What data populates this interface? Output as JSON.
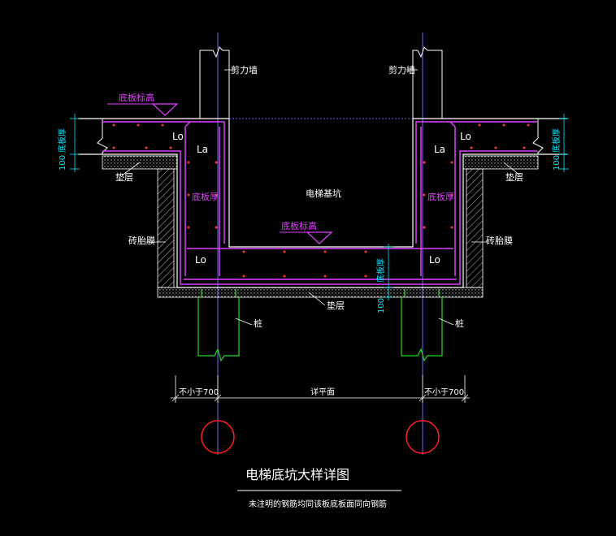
{
  "labels": {
    "shear_wall_left": "剪力墙",
    "shear_wall_right": "剪力墙",
    "slab_elev_top": "底板标高",
    "slab_elev_pit": "底板标高",
    "slab_thick_left": "底板厚",
    "slab_thick_right": "底板厚",
    "pit_name": "电梯基坑",
    "cushion_left": "垫层",
    "cushion_right": "垫层",
    "cushion_bottom": "垫层",
    "brick_left": "砖胎膜",
    "brick_right": "砖胎膜",
    "pile_left": "桩",
    "pile_right": "桩",
    "la_left": "La",
    "la_right": "La",
    "lo_1": "Lo",
    "lo_2": "Lo",
    "lo_3": "Lo",
    "lo_4": "Lo",
    "dim_100_left": "100",
    "dim_100_right": "100",
    "dim_100_bottom": "100",
    "dim_thk_left": "底板厚",
    "dim_thk_right": "底板厚",
    "dim_thk_pit": "底板厚",
    "dim_min_left": "不小于700",
    "dim_min_right": "不小于700",
    "dim_span": "详平面"
  },
  "title": "电梯底坑大样详图",
  "note": "未注明的钢筋均同该板底板面同向钢筋",
  "colors": {
    "background": "#000000",
    "concrete": "#ffffff",
    "rebar": "#e040ff",
    "pile": "#22dd22",
    "dimension": "#00e5ff",
    "axis_circle": "#ff2020"
  }
}
